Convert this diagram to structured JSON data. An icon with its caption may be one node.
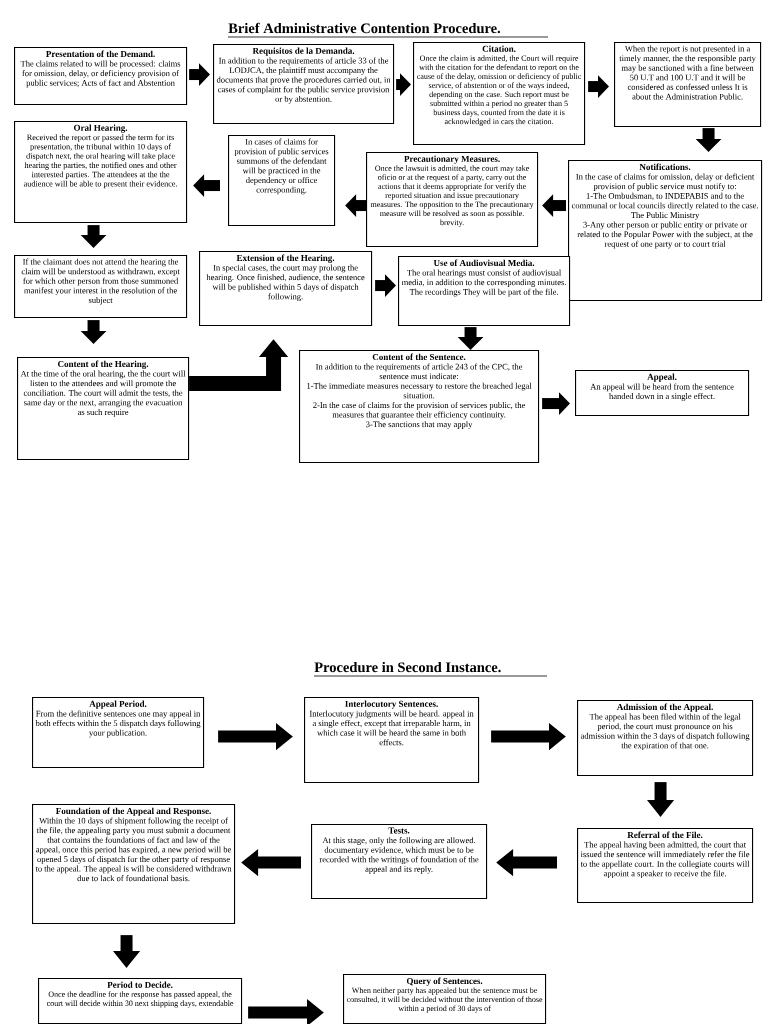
{
  "diagram": {
    "title": "Brief Administrative Contention Procedure.",
    "nodes": [
      {
        "text": [
          "Presentation of the Demand.",
          "The claims related to will be processed: claims for omission, delay, or deficiency provision of public services; Acts of fact and Abstention"
        ]
      },
      {
        "text": [
          "Requisitos de la Demanda.",
          "In addition to the requirements of article 33 of the LODJCA, the plaintiff must accompany the documents that prove the procedures carried out, in cases of complaint for the public service provision or by abstention."
        ]
      },
      {
        "text": [
          "Citation.",
          "Once the claim is admitted, the Court will require with the citation for the defendant to report on the cause of the delay, omission or deficiency of public service, of abstention or of the ways indeed, depending on the case. Such report must be submitted within a period no greater than 5 business days, counted from the date it is acknowledged in cars the citation."
        ]
      },
      {
        "text": [
          "When the report is not presented in a timely manner, the the responsible party may be sanctioned with a fine between 50 U.T and 100 U.T and it will be considered as confessed unless It is about the Administration Public."
        ]
      },
      {
        "text": [
          "Notifications.",
          "In the case of claims for omission, delay or deficient provision of public service must notify to:",
          "1-The Ombudsman, to INDEPABIS and to the communal or local councils directly related to the case.",
          "The Public Ministry",
          "3-Any other person or public entity or private or related to the Popular Power with the subject, at the request of one party or to court trial"
        ]
      },
      {
        "text": [
          "Precautionary Measures.",
          "Once the lawsuit is admitted, the court may take oficio or at the request of a party, carry out the actions that it deems appropriate for verify the reported situation and issue precautionary measures. The opposition to the The precautionary measure will be resolved as soon as possible. brevity."
        ]
      },
      {
        "text": [
          "In cases of claims for provision of public services summons of the defendant will be practiced in the dependency or office corresponding."
        ]
      },
      {
        "text": [
          "Oral Hearing.",
          "Received the report or passed the term for its presentation, the tribunal within 10 days of dispatch next, the oral hearing will take place hearing the parties, the notified ones and other interested parties. The attendees at the the audience will be able to present their evidence."
        ]
      },
      {
        "text": [
          "If the claimant does not attend the hearing the claim will be understood as withdrawn, except for which other person from those summoned manifest your interest in the resolution of the subject"
        ]
      },
      {
        "text": [
          "Content of the Hearing.",
          "At the time of the oral hearing, the the court will listen to the attendees and will promote the conciliation. The court will admit the tests, the same day or the next, arranging the evacuation as such require"
        ]
      },
      {
        "text": [
          "Extension of the Hearing.",
          "In special cases, the court may prolong the hearing. Once finished, audience, the sentence will be published within 5 days of dispatch following."
        ]
      },
      {
        "text": [
          "Use of Audiovisual Media.",
          "The oral hearings must consist of audiovisual media, in addition to the corresponding minutes. The recordings They will be part of the file."
        ]
      },
      {
        "text": [
          "Content of the Sentence.",
          "In addition to the requirements of article 243 of the CPC, the sentence must indicate:",
          "1-The immediate measures necessary to restore the breached legal situation.",
          "2-In the case of claims for the provision of services public, the measures that guarantee their efficiency continuity.",
          "3-The sanctions that may apply"
        ]
      },
      {
        "text": [
          "Appeal.",
          "An appeal will be heard from the sentence handed down in a single effect."
        ]
      },
      {
        "text": [
          "Appeal Period.",
          "From the definitive sentences one may appeal in both effects within the 5 dispatch days following your publication."
        ]
      },
      {
        "text": [
          "Interlocutory Sentences.",
          "Interlocutory judgments will be heard. appeal in a single effect, except that irreparable harm, in which case it will be heard the same in both effects."
        ]
      },
      {
        "text": [
          "Admission of the Appeal.",
          "The appeal has been filed within of the legal period, the court must pronounce on his admission within the 3 days of dispatch following the expiration of that one."
        ]
      },
      {
        "text": [
          "Referral of the File.",
          "The appeal having been admitted, the court that issued the sentence will immediately refer the file to the appellate court. In the collegiate courts will appoint a speaker to receive the file."
        ]
      },
      {
        "text": [
          "Tests.",
          "At this stage, only the following are allowed. documentary evidence, which must be to be recorded with the writings of foundation of the appeal and its reply."
        ]
      },
      {
        "text": [
          "Foundation of the Appeal and Response.",
          "Within the 10 days of shipment following the receipt of the file, the appealing party you must submit a document that contains the foundations of fact and law of the appeal, once this period has expired, a new period will be opened 5 days of dispatch for the other party of response to the appeal. The appeal is will be considered withdrawn due to lack of foundational basis."
        ]
      },
      {
        "text": [
          "Period to Decide.",
          "Once the deadline for the response has passed appeal, the court will decide within 30 next shipping days, extendable"
        ]
      },
      {
        "text": [
          "Query of Sentences.",
          "When neither party has appealed but the sentence must be consulted, it will be decided without the intervention of those within a period of 30 days of"
        ]
      }
    ],
    "edges": [
      {
        "from": 0,
        "to": 1,
        "arrow": "to"
      },
      {
        "from": 1,
        "to": 2,
        "arrow": "to"
      },
      {
        "from": 2,
        "to": 3,
        "arrow": "to"
      },
      {
        "from": 3,
        "to": 4,
        "arrow": "to"
      },
      {
        "from": 4,
        "to": 5,
        "arrow": "to"
      },
      {
        "from": 5,
        "to": 6,
        "arrow": "to"
      },
      {
        "from": 6,
        "to": 7,
        "arrow": "to"
      },
      {
        "from": 7,
        "to": 8,
        "arrow": "to"
      },
      {
        "from": 8,
        "to": 9,
        "arrow": "to"
      },
      {
        "from": 9,
        "to": 10,
        "arrow": "to"
      },
      {
        "from": 10,
        "to": 11,
        "arrow": "to"
      },
      {
        "from": 11,
        "to": 12,
        "arrow": "to"
      },
      {
        "from": 12,
        "to": 13,
        "arrow": "to"
      },
      {
        "from": 14,
        "to": 15,
        "arrow": "to"
      },
      {
        "from": 15,
        "to": 16,
        "arrow": "to"
      },
      {
        "from": 16,
        "to": 17,
        "arrow": "to"
      },
      {
        "from": 17,
        "to": 18,
        "arrow": "to"
      },
      {
        "from": 18,
        "to": 19,
        "arrow": "to"
      },
      {
        "from": 19,
        "to": 20,
        "arrow": "to"
      },
      {
        "from": 20,
        "to": 21,
        "arrow": "to"
      }
    ],
    "labels": [
      "Procedure in Second Instance."
    ]
  }
}
